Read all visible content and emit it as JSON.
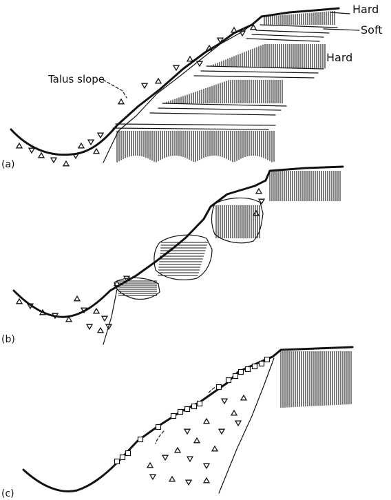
{
  "labels": {
    "hard_top": "Hard",
    "soft": "Soft",
    "hard_mid": "Hard",
    "talus": "Talus slope"
  },
  "panels": {
    "a": "(a)",
    "b": "(b)",
    "c": "(c)"
  }
}
